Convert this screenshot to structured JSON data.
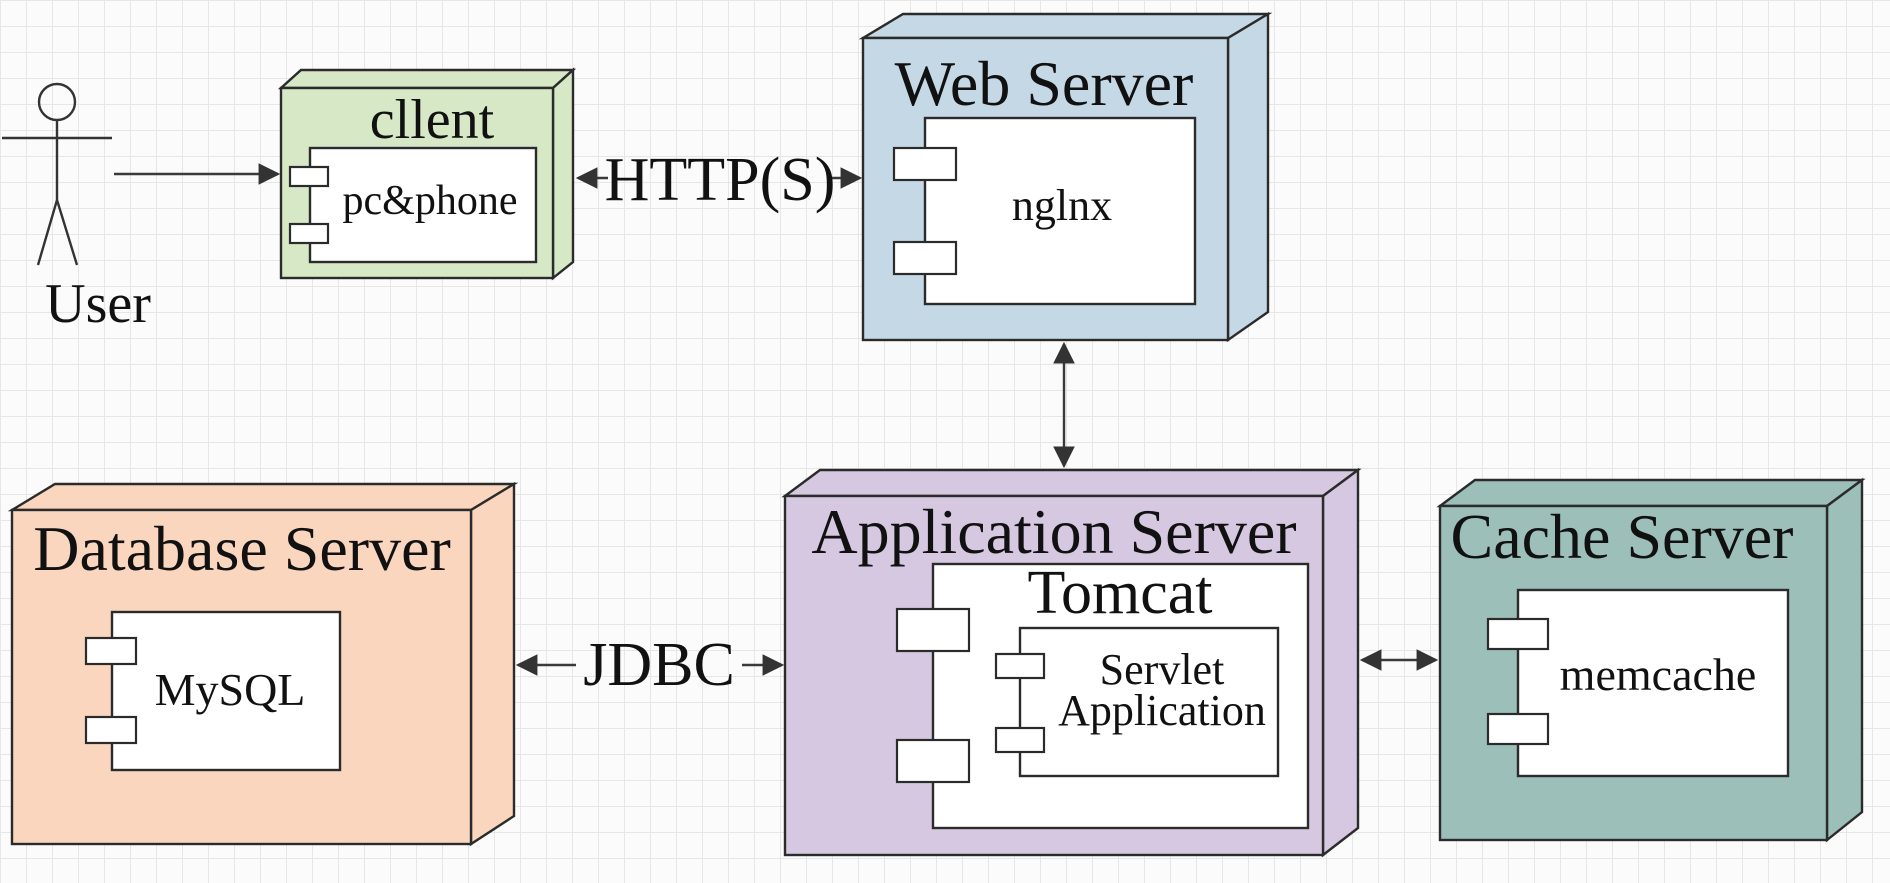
{
  "actor": {
    "label": "User"
  },
  "nodes": {
    "client": {
      "title": "cllent",
      "component": "pc&phone",
      "color": "#d6e8c6"
    },
    "web": {
      "title": "Web Server",
      "component": "nglnx",
      "color": "#c5d8e6"
    },
    "app": {
      "title": "Application Server",
      "container": "Tomcat",
      "component_line1": "Servlet",
      "component_line2": "Application",
      "color": "#d6c8e0"
    },
    "db": {
      "title": "Database Server",
      "component": "MySQL",
      "color": "#fbd6bf"
    },
    "cache": {
      "title": "Cache Server",
      "component": "memcache",
      "color": "#9dbfb9"
    }
  },
  "connections": {
    "http": "HTTP(S)",
    "jdbc": "JDBC"
  }
}
